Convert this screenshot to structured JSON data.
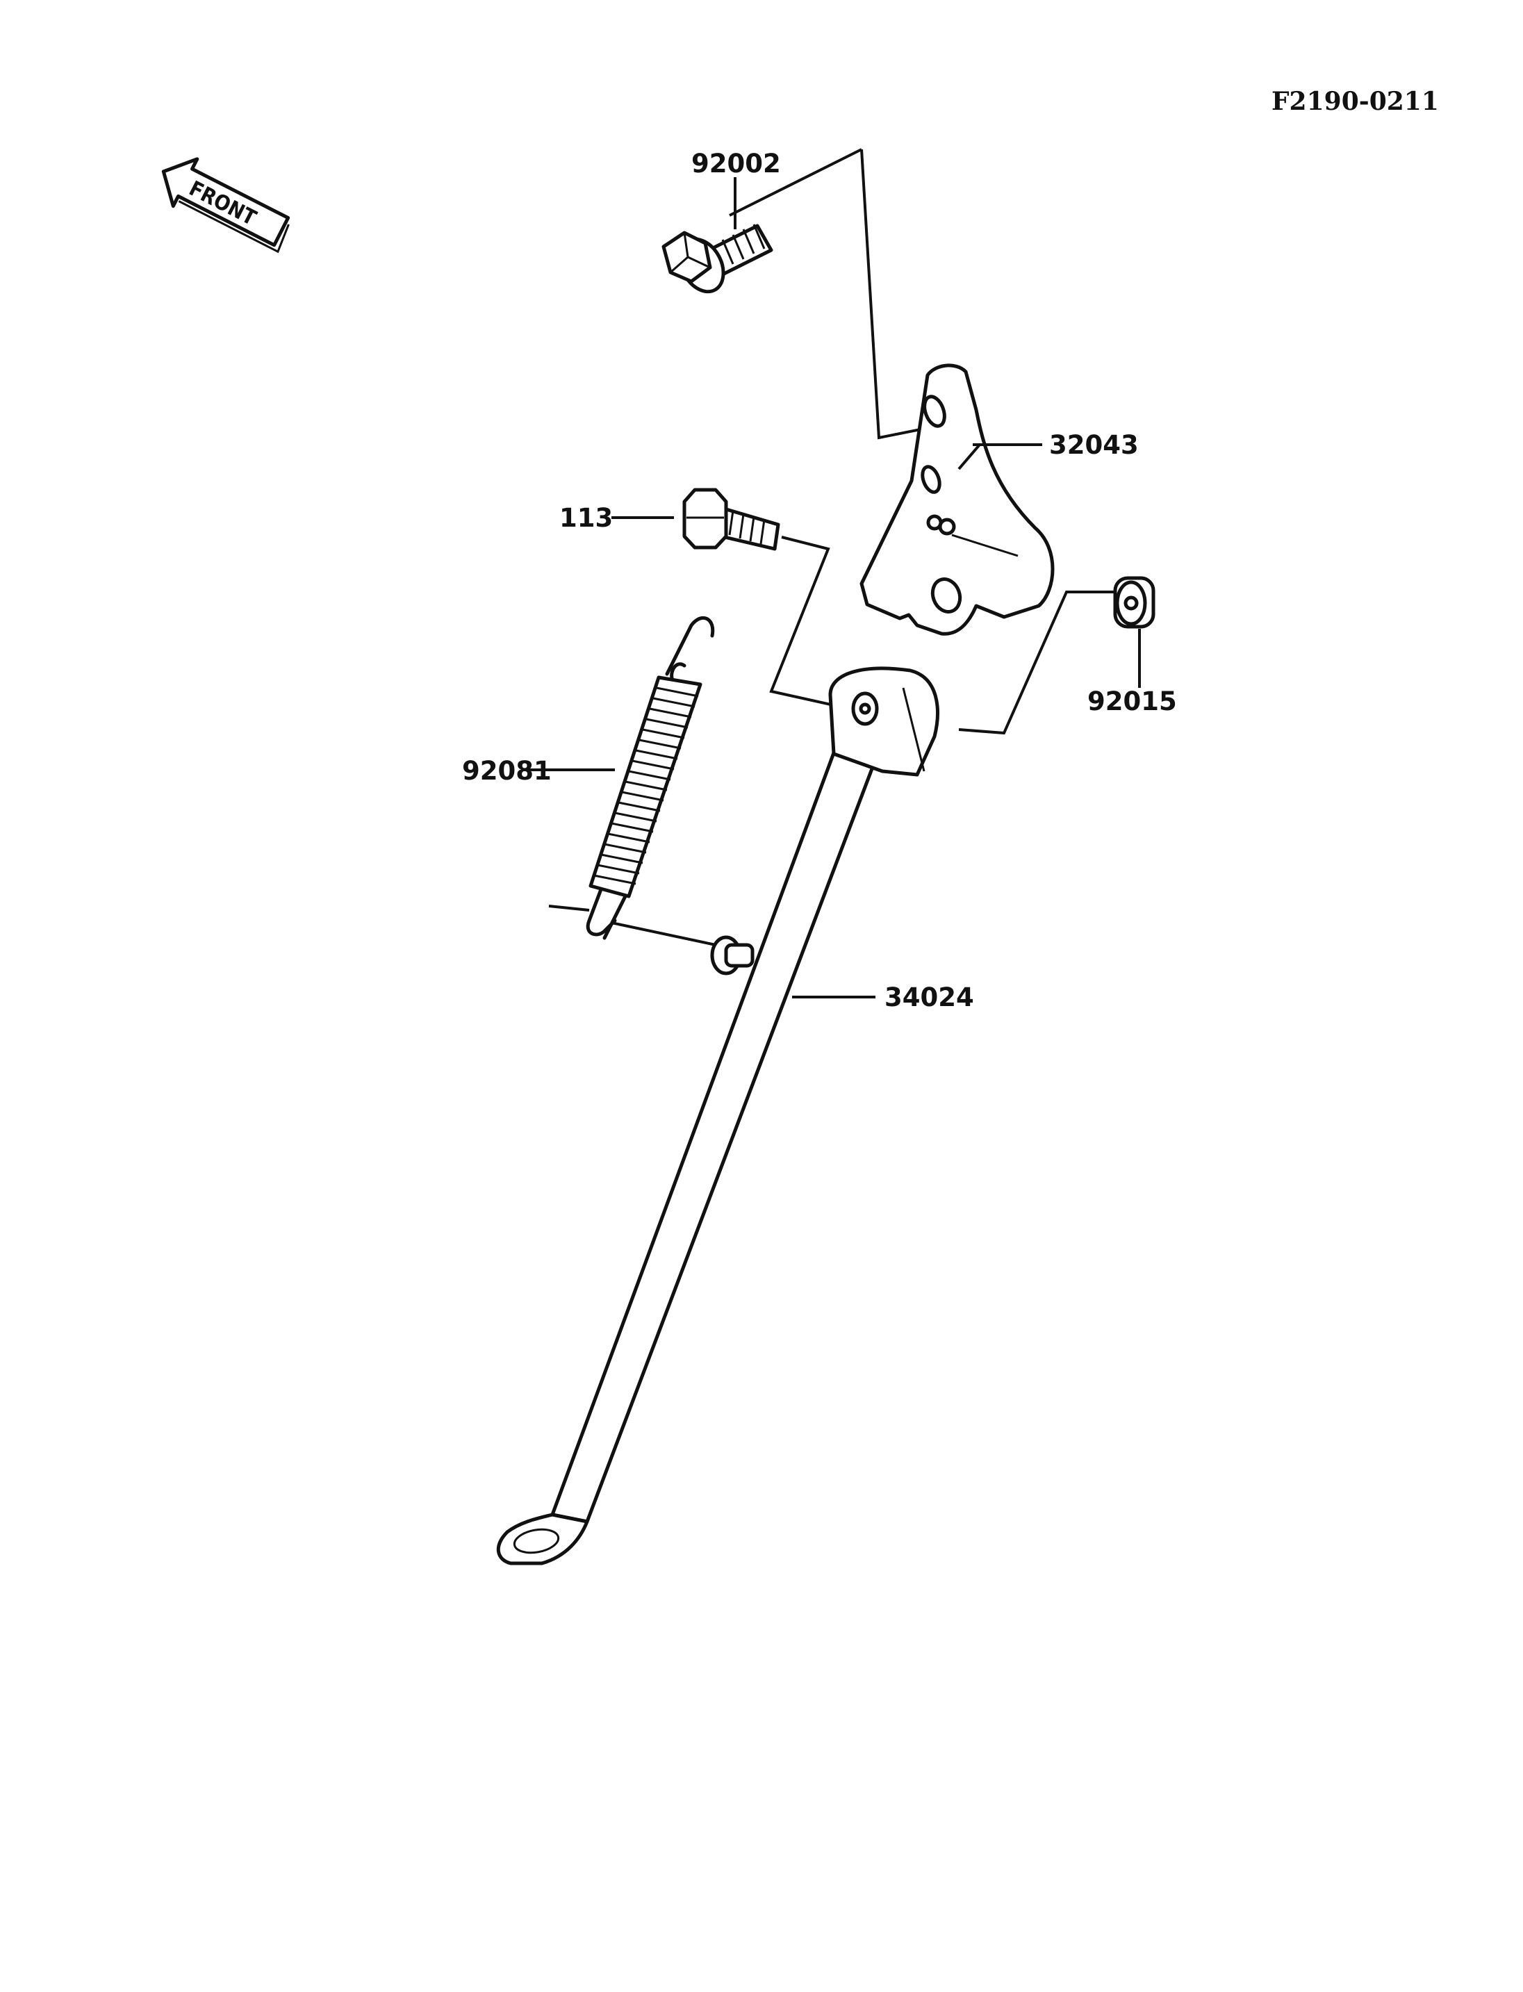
{
  "diagram_code": "F2190-0211",
  "front_label": "FRONT",
  "parts": {
    "bolt_flange": "92002",
    "bracket": "32043",
    "bolt": "113",
    "nut": "92015",
    "spring": "92081",
    "side_stand": "34024"
  }
}
